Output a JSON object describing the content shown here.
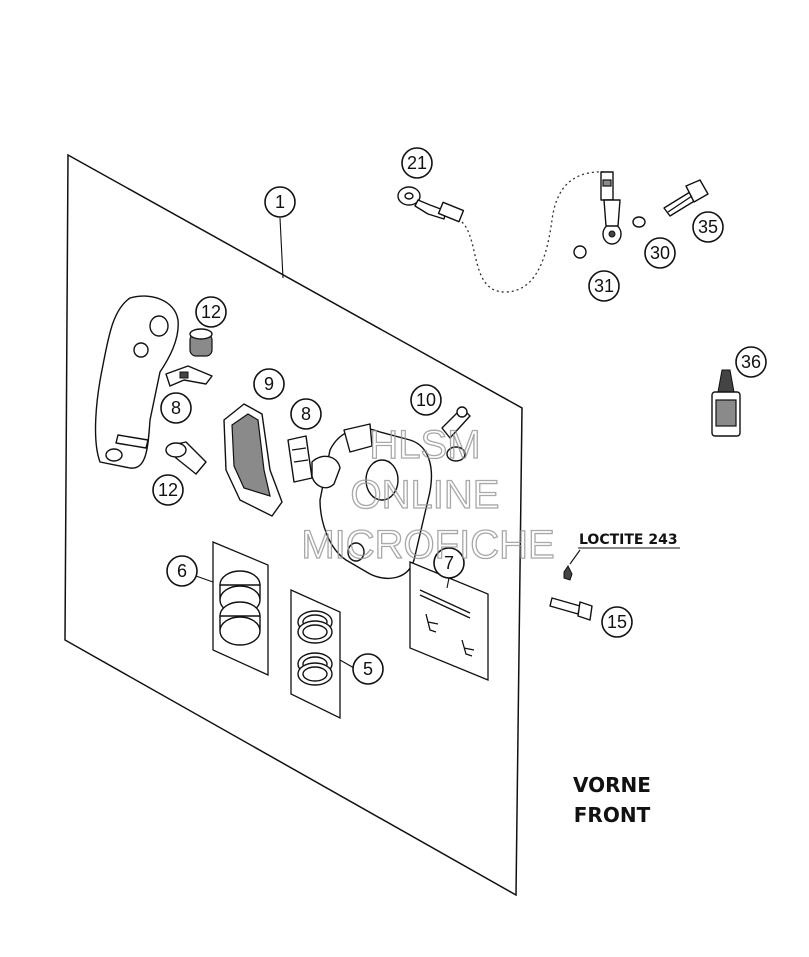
{
  "callouts": {
    "c1": "1",
    "c21": "21",
    "c35": "35",
    "c30": "30",
    "c31": "31",
    "c12a": "12",
    "c9": "9",
    "c8a": "8",
    "c8b": "8",
    "c10": "10",
    "c12b": "12",
    "c36": "36",
    "c6": "6",
    "c7": "7",
    "c5": "5",
    "c15": "15"
  },
  "loctite_label": "LOCTITE 243",
  "vorne_label": "VORNE",
  "front_label": "FRONT",
  "watermark": {
    "line1": "HLSM",
    "line2": "ONLINE",
    "line3": "MICROFICHE"
  },
  "icons": {
    "brake-caliper": "caliper-body",
    "brake-pads": "pad-pair",
    "brake-hose": "hose-with-banjo",
    "threadlocker-bottle": "bottle"
  }
}
